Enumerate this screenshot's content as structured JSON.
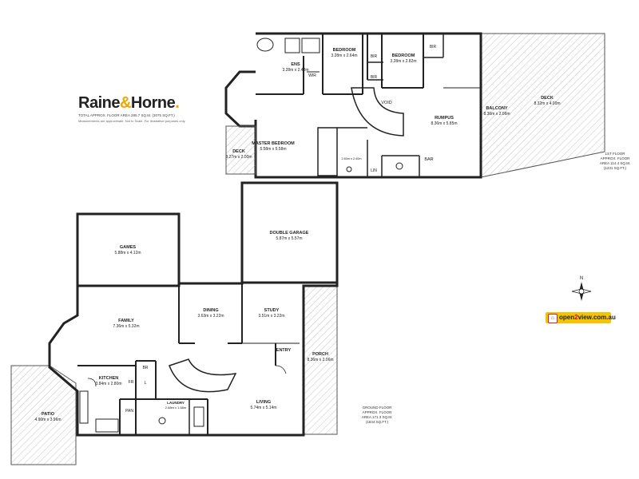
{
  "brand": {
    "logo_part1": "Raine",
    "logo_amp": "&",
    "logo_part2": "Horne",
    "logo_suffix": ".",
    "total_area": "TOTAL APPROX. FLOOR AREA 285.7 SQ.M. (3075 SQ.FT.)",
    "disclaimer": "Measurements are approximate. Not to Scale. For illustrative purposes only.",
    "brand_color": "#f0a500"
  },
  "first_floor": {
    "area_line1": "1ST FLOOR",
    "area_line2": "APPROX. FLOOR",
    "area_line3": "AREA 114.4 SQ.M.",
    "area_line4": "(1231 SQ.FT.)",
    "rooms": {
      "ens_name": "ENS",
      "ens_size": "3.28m x 2.48m",
      "bed1_name": "BEDROOM",
      "bed1_size": "3.28m x 2.64m",
      "bed2_name": "BEDROOM",
      "bed2_size": "3.28m x 2.82m",
      "bir1": "BIR",
      "bir2": "BIR",
      "bir3": "BIR",
      "wir": "WIR",
      "void": "VOID",
      "rumpus_name": "RUMPUS",
      "rumpus_size": "8.36m x 5.85m",
      "balcony_name": "BALCONY",
      "balcony_size": "8.36m x 2.06m",
      "deck_name": "DECK",
      "deck_size": "8.32m x 4.00m",
      "master_name": "MASTER BEDROOM",
      "master_size": "5.58m x 5.58m",
      "deck2_name": "DECK",
      "deck2_size": "3.27m x 2.00m",
      "bath_size": "2.60m x 2.40m",
      "lin": "LIN",
      "bar": "BAR"
    }
  },
  "ground_floor": {
    "area_line1": "GROUND FLOOR",
    "area_line2": "APPROX. FLOOR",
    "area_line3": "AREA 171.3 SQ.M.",
    "area_line4": "(1844 SQ.FT.)",
    "rooms": {
      "garage_name": "DOUBLE GARAGE",
      "garage_size": "5.87m x 5.57m",
      "games_name": "GAMES",
      "games_size": "5.88m x 4.12m",
      "family_name": "FAMILY",
      "family_size": "7.36m x 5.32m",
      "dining_name": "DINING",
      "dining_size": "3.63m x 3.22m",
      "study_name": "STUDY",
      "study_size": "3.51m x 3.22m",
      "entry": "ENTRY",
      "porch_name": "PORCH",
      "porch_size": "8.36m x 2.06m",
      "kitchen_name": "KITCHEN",
      "kitchen_size": "3.84m x 2.80m",
      "br": "BR",
      "fr": "FR",
      "l": "L",
      "pan": "PAN",
      "laundry_name": "LAUNDRY",
      "laundry_size": "2.68m x 1.68m",
      "patio_name": "PATIO",
      "patio_size": "4.90m x 3.96m",
      "living_name": "LIVING",
      "living_size": "5.74m x 5.14m"
    }
  },
  "compass": {
    "north": "N"
  },
  "badge": {
    "part1": "open",
    "part2": "2",
    "part3": "view.com.au",
    "color": "#f5c400"
  }
}
